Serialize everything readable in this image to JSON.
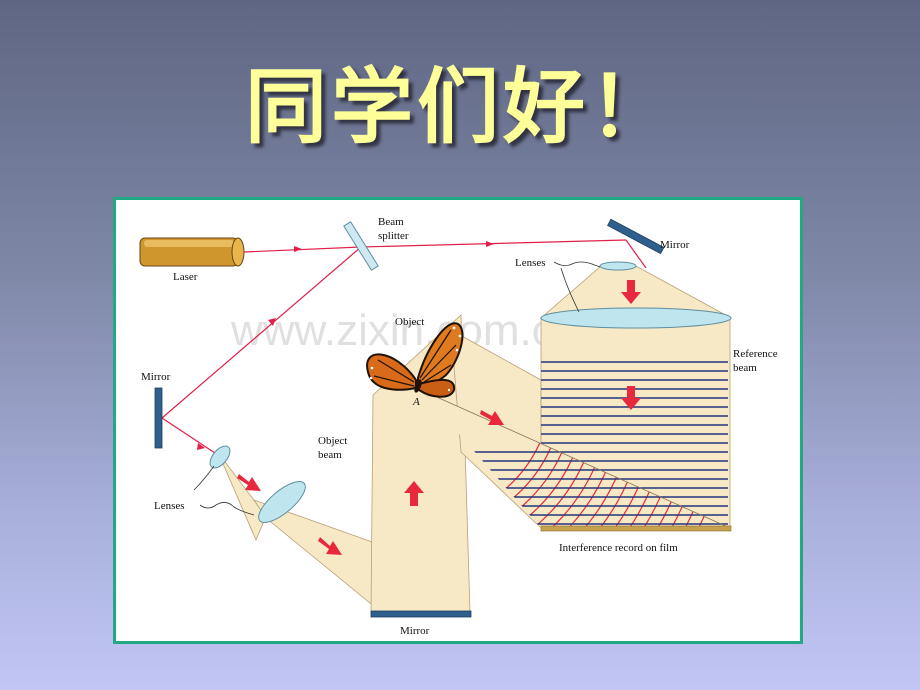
{
  "slide": {
    "title": "同学们好！"
  },
  "diagram": {
    "labels": {
      "laser": "Laser",
      "beam_splitter_1": "Beam",
      "beam_splitter_2": "splitter",
      "mirror_top": "Mirror",
      "lenses_top": "Lenses",
      "object": "Object",
      "point_a": "A",
      "reference_beam_1": "Reference",
      "reference_beam_2": "beam",
      "mirror_left": "Mirror",
      "object_beam_1": "Object",
      "object_beam_2": "beam",
      "lenses_bottom": "Lenses",
      "interference": "Interference record on film",
      "mirror_bottom": "Mirror",
      "watermark": "www.zixin.com.cn"
    },
    "colors": {
      "beam": "#e0204a",
      "arrow": "#e8283c",
      "light": "#f7e8c6",
      "lens": "#bfe6ee",
      "mirror": "#2f5f8c",
      "fringe": "#24357e",
      "interference_lines": "#e8283c",
      "frame": "#21a884",
      "title": "#ffff99"
    }
  }
}
